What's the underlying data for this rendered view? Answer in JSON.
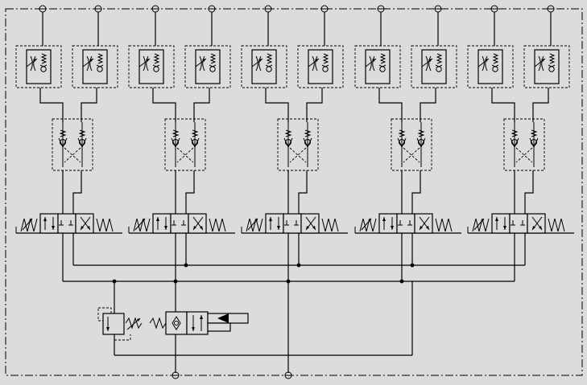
{
  "diagram": {
    "type": "hydraulic schematic",
    "background": "#dcdcdc",
    "line_color": "#000000",
    "branches": 5,
    "components_per_branch": [
      "check-valve-with-throttle",
      "check-valve-with-throttle",
      "double-pilot-check-valve",
      "4-3-directional-valve"
    ],
    "supply_components": [
      "pressure-relief-valve",
      "2-2-directional-valve-solenoid"
    ],
    "text_labels": []
  }
}
